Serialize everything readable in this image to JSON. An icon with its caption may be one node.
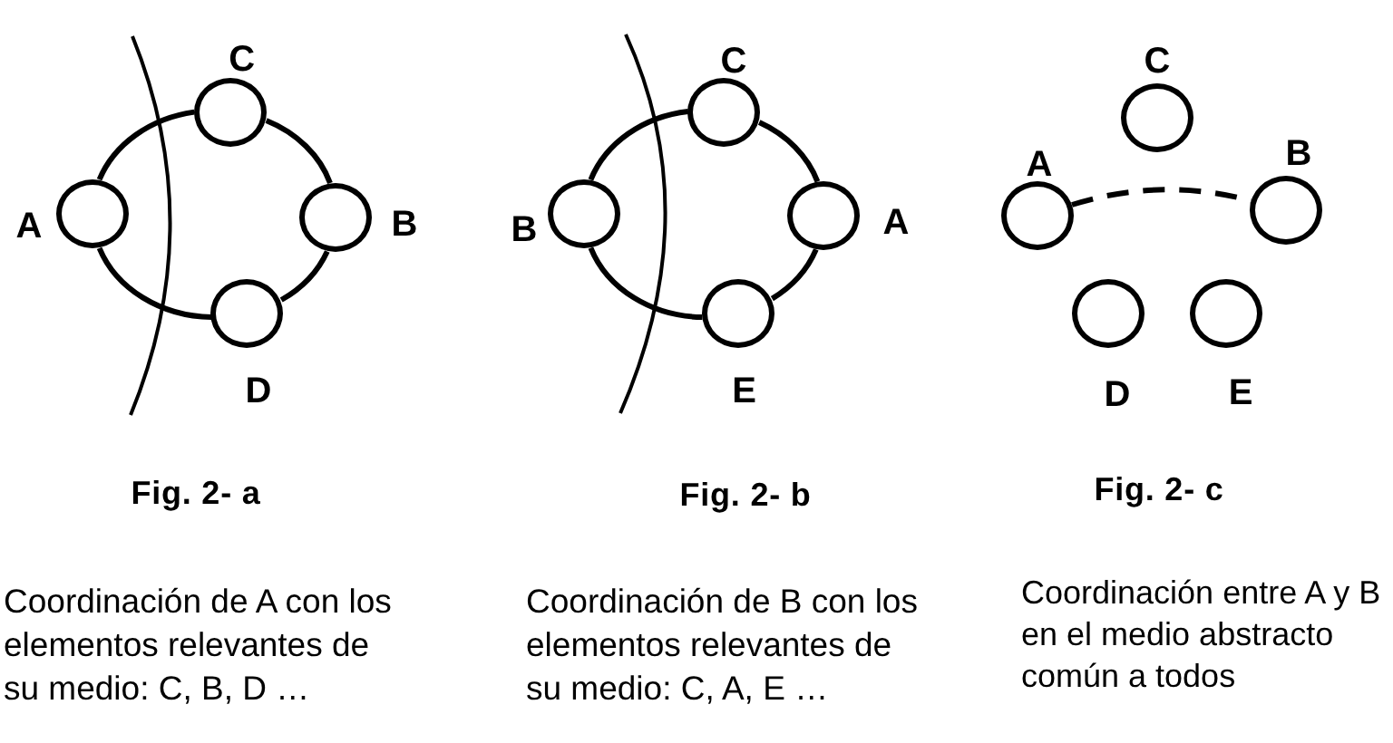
{
  "diagram": {
    "nodes": [
      {
        "text": [],
        "shape": "circle",
        "beside": [
          "C"
        ]
      },
      {
        "text": [],
        "shape": "circle",
        "beside": [
          "A"
        ]
      },
      {
        "text": [],
        "shape": "circle",
        "beside": [
          "B"
        ]
      },
      {
        "text": [],
        "shape": "circle",
        "beside": [
          "D"
        ]
      },
      {
        "text": [],
        "shape": "circle",
        "beside": [
          "C"
        ]
      },
      {
        "text": [],
        "shape": "circle",
        "beside": [
          "B"
        ]
      },
      {
        "text": [],
        "shape": "circle",
        "beside": [
          "A"
        ]
      },
      {
        "text": [],
        "shape": "circle",
        "beside": [
          "E"
        ]
      },
      {
        "text": [],
        "shape": "circle",
        "beside": [
          "C"
        ]
      },
      {
        "text": [],
        "shape": "circle",
        "beside": [
          "A"
        ]
      },
      {
        "text": [],
        "shape": "circle",
        "beside": [
          "B"
        ]
      },
      {
        "text": [],
        "shape": "circle",
        "beside": [
          "D"
        ]
      },
      {
        "text": [],
        "shape": "circle",
        "beside": [
          "E"
        ]
      }
    ],
    "edges": [
      {
        "from": 1,
        "to": 0,
        "arrow": "none"
      },
      {
        "from": 0,
        "to": 2,
        "arrow": "none"
      },
      {
        "from": 2,
        "to": 3,
        "arrow": "none"
      },
      {
        "from": 3,
        "to": 1,
        "arrow": "none"
      },
      {
        "from": 5,
        "to": 4,
        "arrow": "none"
      },
      {
        "from": 4,
        "to": 6,
        "arrow": "none"
      },
      {
        "from": 6,
        "to": 7,
        "arrow": "none"
      },
      {
        "from": 7,
        "to": 5,
        "arrow": "none"
      },
      {
        "from": 9,
        "to": 10,
        "arrow": "none",
        "style": "dashed"
      }
    ],
    "labels": [
      "Fig. 2- a",
      "Fig. 2- b",
      "Fig. 2- c",
      "Coordinación de A con los elementos relevantes de su medio: C, B, D …",
      "Coordinación de B con los elementos relevantes de su medio: C, A, E …",
      "Coordinación entre A y B en el medio abstracto común a todos"
    ]
  }
}
